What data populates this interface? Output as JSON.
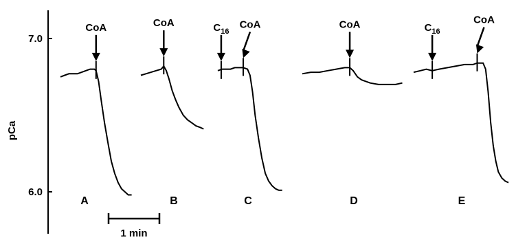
{
  "chart_data": {
    "type": "line",
    "title": "",
    "xlabel": "",
    "ylabel": "pCa",
    "ylim": [
      5.7,
      7.2
    ],
    "yticks": [
      {
        "value": 7.0,
        "label": "7.0"
      },
      {
        "value": 6.0,
        "label": "6.0"
      }
    ],
    "grid": false,
    "scale_bar": {
      "label": "1 min",
      "duration_s": 60
    },
    "series": [
      {
        "name": "A",
        "points": [
          [
            0,
            6.75
          ],
          [
            5,
            6.76
          ],
          [
            10,
            6.77
          ],
          [
            15,
            6.77
          ],
          [
            20,
            6.77
          ],
          [
            25,
            6.78
          ],
          [
            30,
            6.79
          ],
          [
            35,
            6.8
          ],
          [
            40,
            6.8
          ],
          [
            42,
            6.79
          ],
          [
            45,
            6.72
          ],
          [
            48,
            6.6
          ],
          [
            52,
            6.45
          ],
          [
            56,
            6.32
          ],
          [
            60,
            6.2
          ],
          [
            64,
            6.12
          ],
          [
            68,
            6.06
          ],
          [
            72,
            6.02
          ],
          [
            76,
            6.0
          ],
          [
            80,
            5.98
          ],
          [
            84,
            5.98
          ]
        ],
        "annotations": [
          {
            "label": "CoA",
            "t": 42
          }
        ]
      },
      {
        "name": "B",
        "points": [
          [
            0,
            6.76
          ],
          [
            6,
            6.77
          ],
          [
            12,
            6.78
          ],
          [
            18,
            6.79
          ],
          [
            24,
            6.8
          ],
          [
            27,
            6.82
          ],
          [
            30,
            6.79
          ],
          [
            33,
            6.74
          ],
          [
            37,
            6.66
          ],
          [
            41,
            6.6
          ],
          [
            45,
            6.55
          ],
          [
            50,
            6.5
          ],
          [
            55,
            6.47
          ],
          [
            60,
            6.45
          ],
          [
            65,
            6.43
          ],
          [
            70,
            6.42
          ],
          [
            74,
            6.41
          ]
        ],
        "annotations": [
          {
            "label": "CoA",
            "t": 27
          }
        ]
      },
      {
        "name": "C",
        "points": [
          [
            0,
            6.79
          ],
          [
            5,
            6.8
          ],
          [
            10,
            6.8
          ],
          [
            15,
            6.8
          ],
          [
            20,
            6.81
          ],
          [
            25,
            6.81
          ],
          [
            30,
            6.81
          ],
          [
            35,
            6.8
          ],
          [
            38,
            6.76
          ],
          [
            41,
            6.65
          ],
          [
            44,
            6.5
          ],
          [
            48,
            6.35
          ],
          [
            52,
            6.22
          ],
          [
            56,
            6.12
          ],
          [
            60,
            6.07
          ],
          [
            64,
            6.04
          ],
          [
            68,
            6.02
          ],
          [
            72,
            6.01
          ],
          [
            76,
            6.01
          ]
        ],
        "annotations": [
          {
            "label": "C16",
            "t": 4
          },
          {
            "label": "CoA",
            "t": 30
          }
        ]
      },
      {
        "name": "D",
        "points": [
          [
            0,
            6.77
          ],
          [
            10,
            6.78
          ],
          [
            20,
            6.78
          ],
          [
            30,
            6.79
          ],
          [
            40,
            6.8
          ],
          [
            50,
            6.81
          ],
          [
            56,
            6.81
          ],
          [
            60,
            6.79
          ],
          [
            65,
            6.75
          ],
          [
            70,
            6.73
          ],
          [
            75,
            6.72
          ],
          [
            80,
            6.71
          ],
          [
            90,
            6.7
          ],
          [
            100,
            6.7
          ],
          [
            110,
            6.7
          ],
          [
            118,
            6.71
          ]
        ],
        "annotations": [
          {
            "label": "CoA",
            "t": 56
          }
        ]
      },
      {
        "name": "E",
        "points": [
          [
            0,
            6.78
          ],
          [
            8,
            6.79
          ],
          [
            15,
            6.8
          ],
          [
            22,
            6.79
          ],
          [
            30,
            6.8
          ],
          [
            40,
            6.81
          ],
          [
            50,
            6.82
          ],
          [
            60,
            6.83
          ],
          [
            70,
            6.83
          ],
          [
            75,
            6.84
          ],
          [
            82,
            6.84
          ],
          [
            85,
            6.8
          ],
          [
            88,
            6.65
          ],
          [
            91,
            6.45
          ],
          [
            94,
            6.3
          ],
          [
            97,
            6.2
          ],
          [
            100,
            6.13
          ],
          [
            104,
            6.09
          ],
          [
            108,
            6.07
          ],
          [
            112,
            6.06
          ]
        ],
        "annotations": [
          {
            "label": "C16",
            "t": 22
          },
          {
            "label": "CoA",
            "t": 75
          }
        ]
      }
    ]
  },
  "colors": {
    "ink": "#000000",
    "background": "#ffffff"
  }
}
